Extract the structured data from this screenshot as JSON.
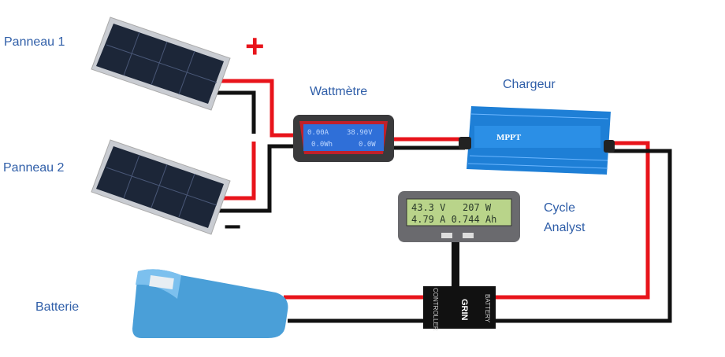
{
  "labels": {
    "panel1": "Panneau 1",
    "panel2": "Panneau 2",
    "wattmeter": "Wattmètre",
    "charger": "Chargeur",
    "cycle_analyst_line1": "Cycle",
    "cycle_analyst_line2": "Analyst",
    "battery": "Batterie",
    "plus": "+",
    "minus": "−"
  },
  "wattmeter_display": {
    "current": "0.00A",
    "voltage": "38.90V",
    "energy": "0.0Wh",
    "power": "0.0W"
  },
  "charger_text": "MPPT",
  "cycle_analyst_display": {
    "line1": "43.3 V   207 W",
    "line2": "4.79 A 0.744 Ah"
  },
  "shunt_text": {
    "left": "CONTROLLER",
    "brand": "GRIN",
    "right": "BATTERY"
  },
  "colors": {
    "label": "#2f5ea8",
    "positive_wire": "#e8141b",
    "negative_wire": "#111111",
    "charger": "#1e7fd6",
    "battery": "#4a9fd8"
  }
}
